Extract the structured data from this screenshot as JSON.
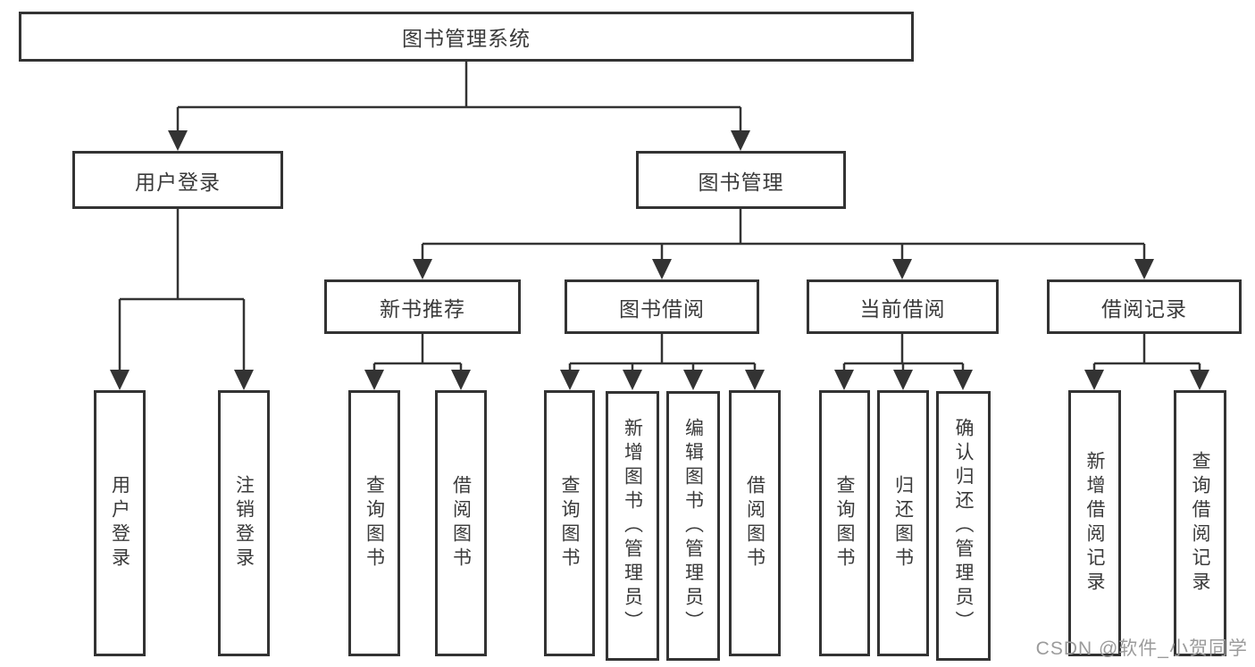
{
  "diagram": {
    "nodes": {
      "root": "图书管理系统",
      "user_login": "用户登录",
      "book_mgmt": "图书管理",
      "new_books": "新书推荐",
      "book_borrow": "图书借阅",
      "current_borrow": "当前借阅",
      "borrow_records": "借阅记录",
      "leaf_user_login": "用户登录",
      "leaf_logout": "注销登录",
      "leaf_nb_query": "查询图书",
      "leaf_nb_borrow": "借阅图书",
      "leaf_bb_query": "查询图书",
      "leaf_bb_add": "新增图书（管理员）",
      "leaf_bb_edit": "编辑图书（管理员）",
      "leaf_bb_borrow": "借阅图书",
      "leaf_cb_query": "查询图书",
      "leaf_cb_return": "归还图书",
      "leaf_cb_confirm": "确认归还（管理员）",
      "leaf_br_add": "新增借阅记录",
      "leaf_br_query": "查询借阅记录"
    },
    "hierarchy": {
      "图书管理系统": {
        "用户登录": [
          "用户登录",
          "注销登录"
        ],
        "图书管理": {
          "新书推荐": [
            "查询图书",
            "借阅图书"
          ],
          "图书借阅": [
            "查询图书",
            "新增图书（管理员）",
            "编辑图书（管理员）",
            "借阅图书"
          ],
          "当前借阅": [
            "查询图书",
            "归还图书",
            "确认归还（管理员）"
          ],
          "借阅记录": [
            "新增借阅记录",
            "查询借阅记录"
          ]
        }
      }
    },
    "watermark": "CSDN @软件_小贺同学",
    "colors": {
      "line": "#333333",
      "border": "#333333",
      "text": "#3a3a3a",
      "watermark": "#9b9b9b",
      "background": "#ffffff"
    }
  }
}
